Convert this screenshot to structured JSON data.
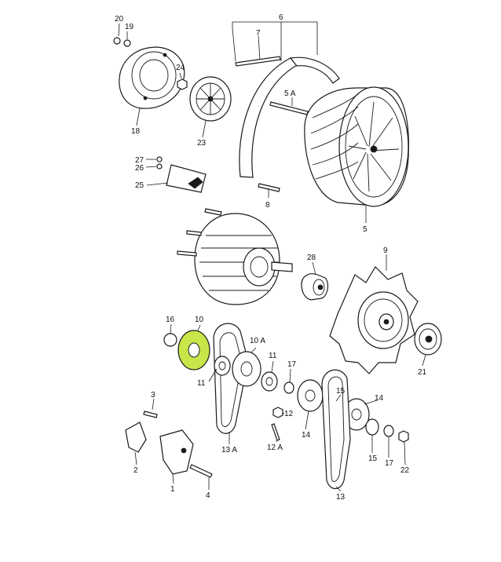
{
  "highlight_color": "#c8e64a",
  "callouts": {
    "c1": "1",
    "c2": "2",
    "c3": "3",
    "c4": "4",
    "c5": "5",
    "c5a": "5 A",
    "c6": "6",
    "c7": "7",
    "c8": "8",
    "c9": "9",
    "c10": "10",
    "c10a": "10 A",
    "c11a": "11",
    "c11b": "11",
    "c12a": "12",
    "c12a_a": "12 A",
    "c13": "13",
    "c13a": "13 A",
    "c14a": "14",
    "c14b": "14",
    "c15a": "15",
    "c15b": "15",
    "c16": "16",
    "c17a": "17",
    "c17b": "17",
    "c18": "18",
    "c19": "19",
    "c20": "20",
    "c21": "21",
    "c22": "22",
    "c23": "23",
    "c24": "24",
    "c25": "25",
    "c26": "26",
    "c27": "27",
    "c28": "28"
  }
}
